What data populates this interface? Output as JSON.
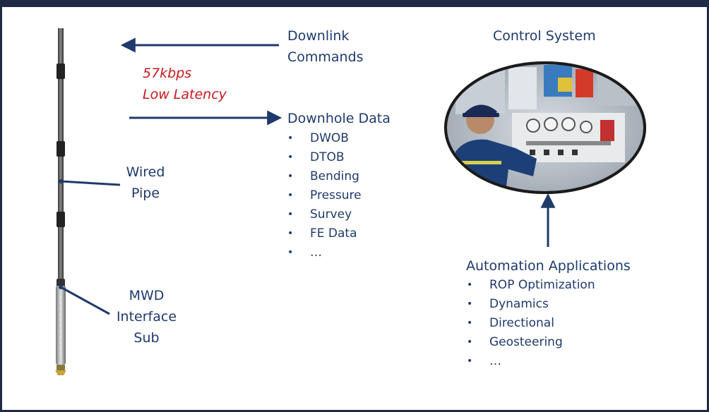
{
  "downlink": {
    "line1": "Downlink",
    "line2": "Commands"
  },
  "rate": {
    "line1": "57kbps",
    "line2": "Low Latency"
  },
  "downhole": {
    "title": "Downhole Data",
    "items": [
      "DWOB",
      "DTOB",
      "Bending",
      "Pressure",
      "Survey",
      "FE Data",
      "…"
    ]
  },
  "wired_pipe": {
    "line1": "Wired",
    "line2": "Pipe"
  },
  "mwd": {
    "line1": "MWD",
    "line2": "Interface",
    "line3": "Sub"
  },
  "control": {
    "title": "Control System"
  },
  "automation": {
    "title": "Automation Applications",
    "items": [
      "ROP Optimization",
      "Dynamics",
      "Directional",
      "Geosteering",
      "…"
    ]
  },
  "colors": {
    "text": "#1f3a6b",
    "accent_red": "#c8191c",
    "frame": "#1f2a44"
  }
}
